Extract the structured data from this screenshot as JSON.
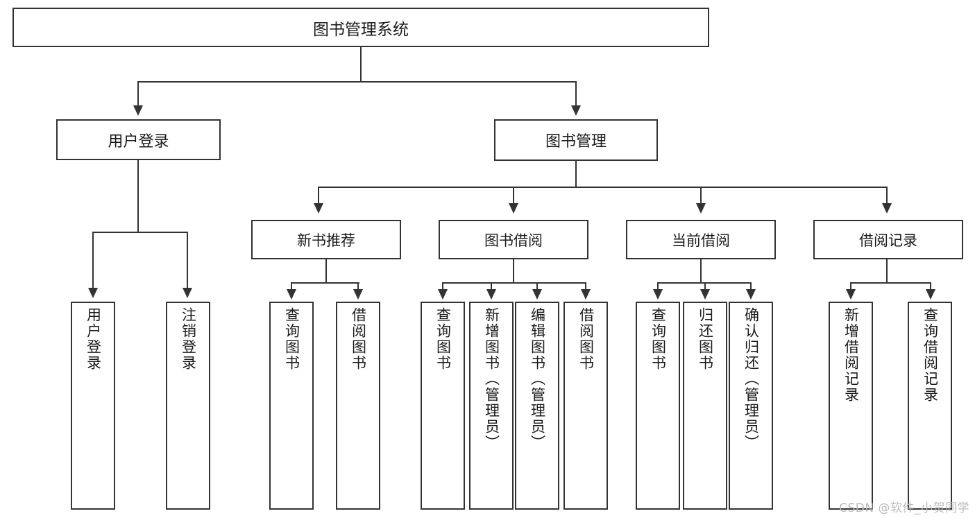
{
  "diagram": {
    "title": "图书管理系统",
    "root": {
      "label": "图书管理系统"
    },
    "level1": [
      {
        "label": "用户登录"
      },
      {
        "label": "图书管理"
      }
    ],
    "level2": [
      {
        "label": "新书推荐"
      },
      {
        "label": "图书借阅"
      },
      {
        "label": "当前借阅"
      },
      {
        "label": "借阅记录"
      }
    ],
    "leaves": [
      {
        "label": "用户登录"
      },
      {
        "label": "注销登录"
      },
      {
        "label": "查询图书"
      },
      {
        "label": "借阅图书"
      },
      {
        "label": "查询图书"
      },
      {
        "label": "新增图书（管理员）"
      },
      {
        "label": "编辑图书（管理员）"
      },
      {
        "label": "借阅图书"
      },
      {
        "label": "查询图书"
      },
      {
        "label": "归还图书"
      },
      {
        "label": "确认归还（管理员）"
      },
      {
        "label": "新增借阅记录"
      },
      {
        "label": "查询借阅记录"
      }
    ]
  },
  "watermark": {
    "text": "CSDN @软件_小贺同学"
  },
  "colors": {
    "stroke": "#333333",
    "background": "#ffffff",
    "text": "#1a1a1a",
    "watermark": "#b9b9b9"
  }
}
